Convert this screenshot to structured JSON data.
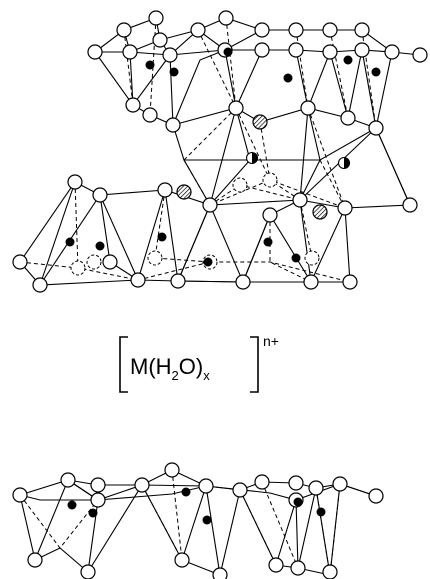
{
  "interlayer_formula": {
    "open": "[",
    "metal": "M",
    "open_paren": "(",
    "water_h": "H",
    "water_sub": "2",
    "water_o": "O",
    "close_paren": ")",
    "x_sub": "x",
    "close": "]",
    "charge": "n+"
  }
}
